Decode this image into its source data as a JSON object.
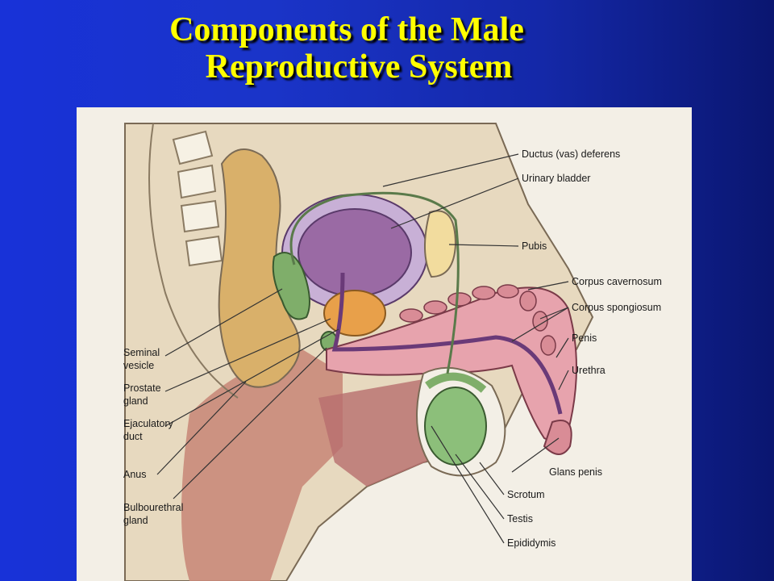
{
  "slide": {
    "title_line1": "Components of the Male",
    "title_line2": "Reproductive System"
  },
  "diagram": {
    "labels": {
      "ductus": "Ductus (vas) deferens",
      "bladder": "Urinary bladder",
      "pubis": "Pubis",
      "corpus_cavernosum": "Corpus cavernosum",
      "corpus_spongiosum": "Corpus spongiosum",
      "penis": "Penis",
      "urethra": "Urethra",
      "glans": "Glans penis",
      "scrotum": "Scrotum",
      "testis": "Testis",
      "epididymis": "Epididymis",
      "seminal_1": "Seminal",
      "seminal_2": "vesicle",
      "prostate_1": "Prostate",
      "prostate_2": "gland",
      "ejaculatory_1": "Ejaculatory",
      "ejaculatory_2": "duct",
      "anus": "Anus",
      "bulbo_1": "Bulbourethral",
      "bulbo_2": "gland"
    }
  },
  "colors": {
    "title": "#ffff00",
    "background": "#1a34c8",
    "bladder": "#9a6aa4",
    "muscle": "#d98c96",
    "prostate": "#e8a04a",
    "seminal": "#7fae6a",
    "testis": "#8cbf7a"
  }
}
